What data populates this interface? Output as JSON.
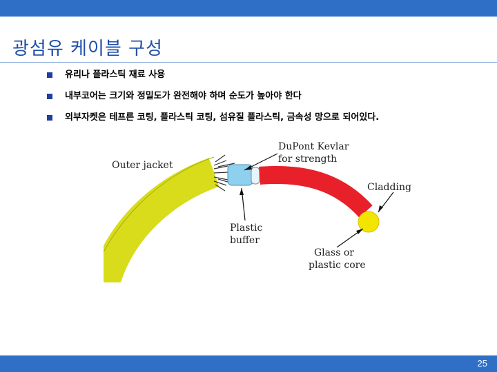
{
  "slide": {
    "title": "광섬유 케이블 구성",
    "page_number": "25",
    "accent_color": "#2f6fc6"
  },
  "bullets": [
    "유리나 플라스틱 재료 사용",
    "내부코어는 크기와 정밀도가  완전해야 하며 순도가 높아야 한다",
    "외부자켓은 테프른 코팅, 플라스틱 코팅, 섬유질 플라스틱, 금속성 망으로 되어있다."
  ],
  "figure": {
    "labels": {
      "outer_jacket": "Outer jacket",
      "kevlar_1": "DuPont Kevlar",
      "kevlar_2": "for strength",
      "cladding": "Cladding",
      "plastic_buffer_1": "Plastic",
      "plastic_buffer_2": "buffer",
      "core_1": "Glass or",
      "core_2": "plastic core"
    },
    "colors": {
      "jacket": "#d8dc1a",
      "cladding": "#e8202a",
      "core": "#f2e600",
      "buffer": "#8fd0ee"
    }
  }
}
